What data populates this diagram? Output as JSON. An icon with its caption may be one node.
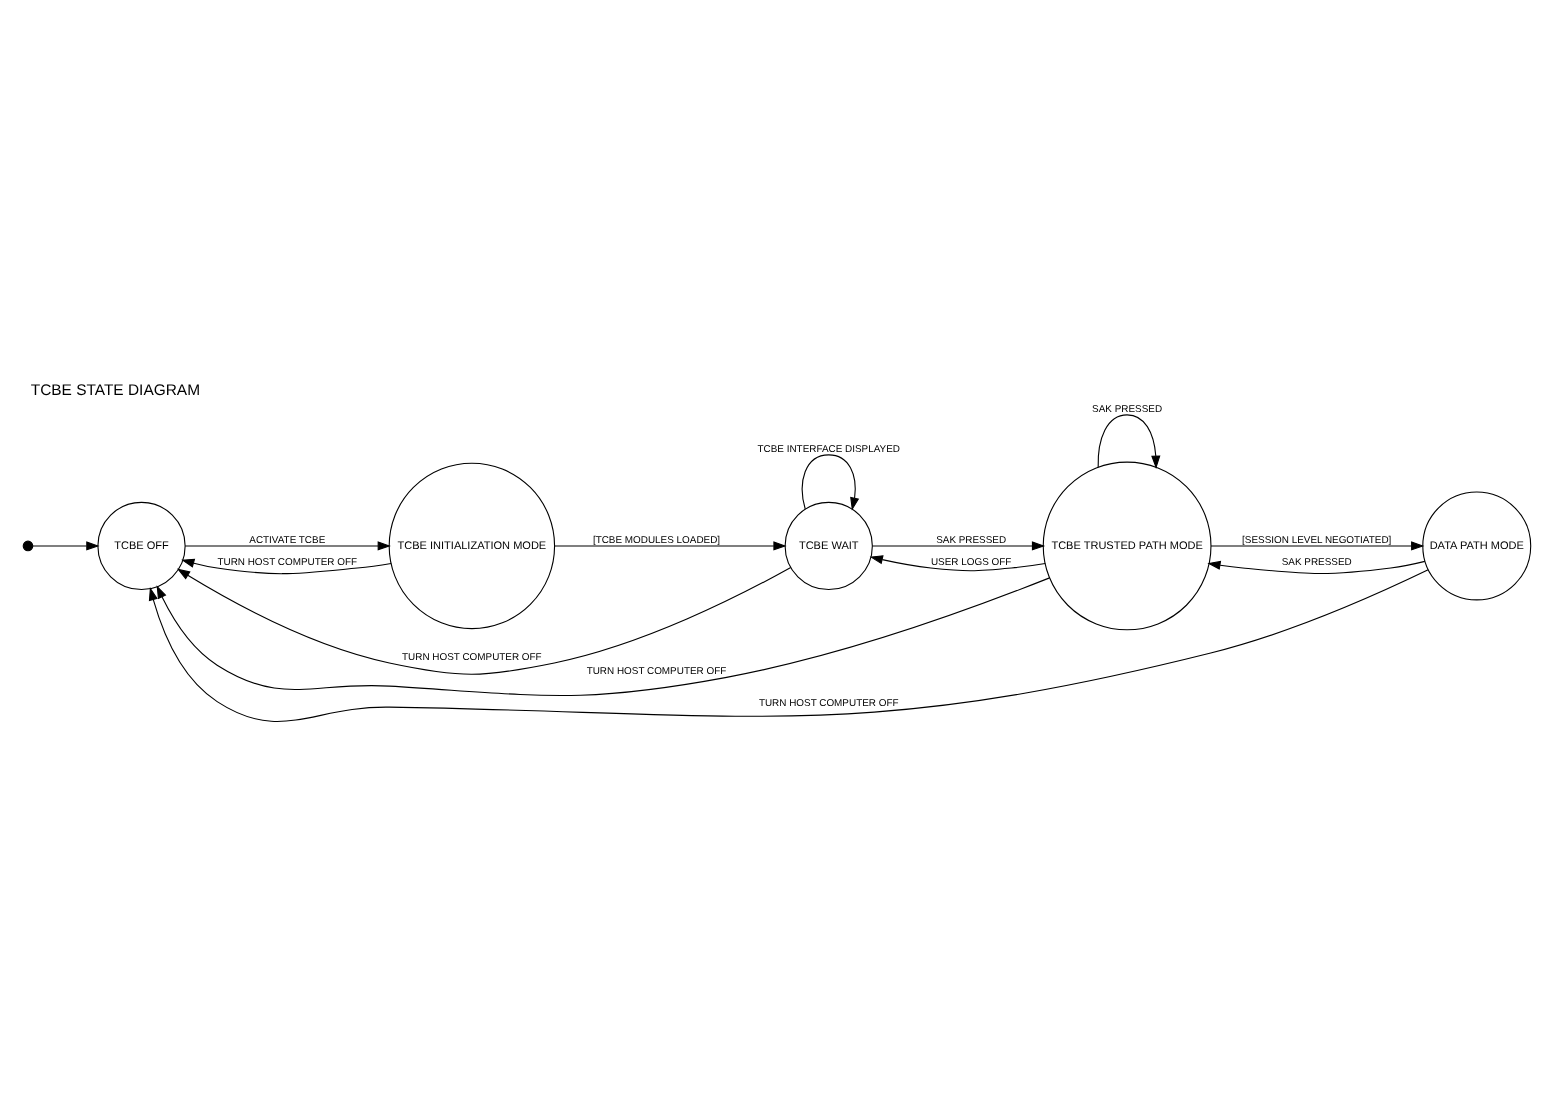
{
  "diagram": {
    "title": "TCBE STATE DIAGRAM",
    "nodes": [
      {
        "text": [],
        "shape": "dot"
      },
      {
        "text": [
          "TCBE OFF"
        ]
      },
      {
        "text": [
          "TCBE INITIALIZATION MODE"
        ]
      },
      {
        "text": [
          "TCBE WAIT"
        ]
      },
      {
        "text": [
          "TCBE TRUSTED PATH MODE"
        ]
      },
      {
        "text": [
          "DATA PATH MODE"
        ]
      }
    ],
    "edges": [
      {
        "from": 0,
        "to": 1,
        "arrow": "to"
      },
      {
        "from": 1,
        "to": 2,
        "arrow": "to",
        "label": "ACTIVATE TCBE"
      },
      {
        "from": 2,
        "to": 1,
        "arrow": "to",
        "label": "TURN HOST COMPUTER OFF"
      },
      {
        "from": 2,
        "to": 3,
        "arrow": "to",
        "label": "[TCBE MODULES LOADED]"
      },
      {
        "from": 3,
        "to": 1,
        "arrow": "to",
        "label": "TURN HOST COMPUTER OFF"
      },
      {
        "from": 3,
        "to": 3,
        "arrow": "to",
        "label": "TCBE INTERFACE DISPLAYED"
      },
      {
        "from": 3,
        "to": 4,
        "arrow": "to",
        "label": "SAK PRESSED"
      },
      {
        "from": 4,
        "to": 3,
        "arrow": "to",
        "label": "USER LOGS OFF"
      },
      {
        "from": 4,
        "to": 4,
        "arrow": "to",
        "label": "SAK PRESSED"
      },
      {
        "from": 4,
        "to": 1,
        "arrow": "to",
        "label": "TURN HOST COMPUTER OFF"
      },
      {
        "from": 4,
        "to": 5,
        "arrow": "to",
        "label": "[SESSION LEVEL NEGOTIATED]"
      },
      {
        "from": 5,
        "to": 4,
        "arrow": "to",
        "label": "SAK PRESSED"
      },
      {
        "from": 5,
        "to": 1,
        "arrow": "to",
        "label": "TURN HOST COMPUTER OFF"
      }
    ]
  }
}
